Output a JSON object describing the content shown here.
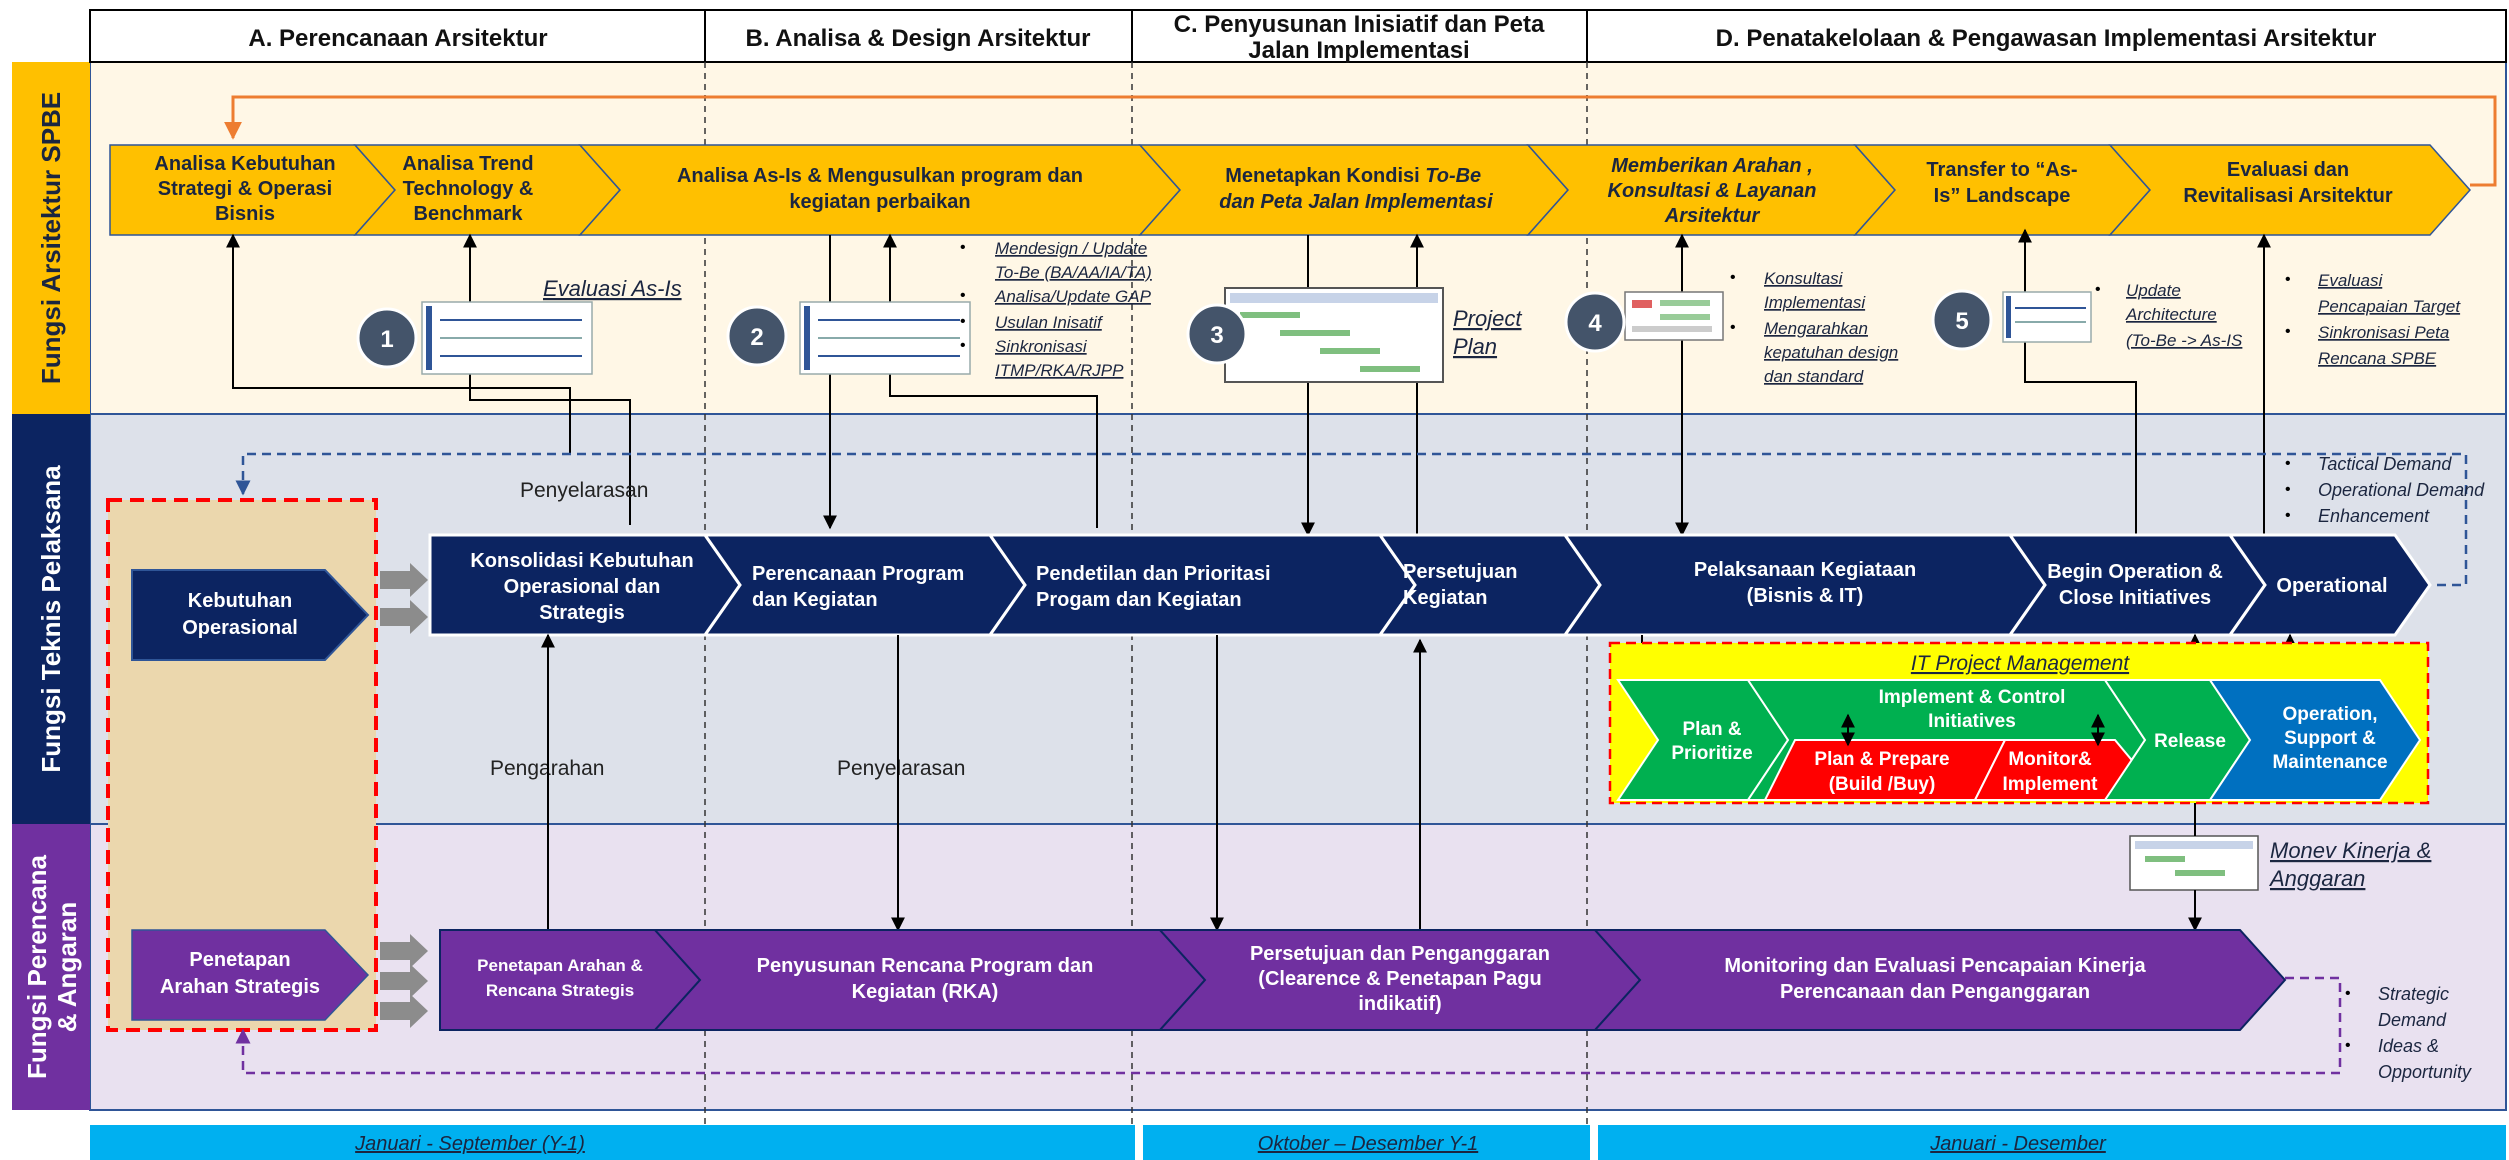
{
  "colors": {
    "gold": "#ffc000",
    "navy": "#0c2461",
    "purple": "#7030a0",
    "green": "#00b050",
    "red": "#ff0000",
    "blue": "#0070c0",
    "yellow": "#ffff00",
    "orange": "#ed7d31"
  },
  "phases": [
    {
      "label": "A. Perencanaan Arsitektur"
    },
    {
      "label": "B. Analisa & Design Arsitektur"
    },
    {
      "label_1": "C. Penyusunan Inisiatif dan Peta",
      "label_2": "Jalan Implementasi"
    },
    {
      "label": "D. Penatakelolaan & Pengawasan Implementasi Arsitektur"
    }
  ],
  "lanes": {
    "spbe": {
      "label": "Fungsi Arsitektur SPBE"
    },
    "teknis": {
      "label": "Fungsi Teknis Pelaksana"
    },
    "perencana": {
      "label_1": "Fungsi Perencana",
      "label_2": "& Angaran"
    }
  },
  "spbe_steps": [
    {
      "l1": "Analisa Kebutuhan",
      "l2": "Strategi & Operasi",
      "l3": "Bisnis"
    },
    {
      "l1": "Analisa Trend",
      "l2": "Technology &",
      "l3": "Benchmark"
    },
    {
      "l1": "Analisa As-Is & Mengusulkan program dan",
      "l2": "kegiatan perbaikan"
    },
    {
      "l1a": "Menetapkan Kondisi ",
      "l1b": "To-Be",
      "l2a": "dan  Peta Jalan Implementasi"
    },
    {
      "l1": "Memberikan Arahan ,",
      "l2": "Konsultasi & Layanan",
      "l3": "Arsitektur"
    },
    {
      "l1": "Transfer to “As-",
      "l2": "Is” Landscape"
    },
    {
      "l1": "Evaluasi dan",
      "l2": "Revitalisasi Arsitektur"
    }
  ],
  "step_numbers": [
    "1",
    "2",
    "3",
    "4",
    "5"
  ],
  "annotations": {
    "evaluasi_asis": "Evaluasi As-Is",
    "design_bullets": [
      "Mendesign / Update",
      "To-Be (BA/AA/IA/TA)",
      "Analisa/Update GAP",
      "Usulan Inisatif",
      "Sinkronisasi",
      "ITMP/RKA/RJPP"
    ],
    "project_plan": [
      "Project",
      "Plan"
    ],
    "konsultasi_bullets": [
      "Konsultasi",
      "Implementasi",
      "Mengarahkan",
      "kepatuhan design",
      "dan standard"
    ],
    "update_bullets": [
      "Update",
      "Architecture",
      "(To-Be -> As-IS"
    ],
    "evaluasi_bullets": [
      "Evaluasi",
      "Pencapaian Target",
      "Sinkronisasi Peta",
      "Rencana SPBE"
    ],
    "demand_bullets": [
      "Tactical Demand",
      "Operational Demand",
      "Enhancement"
    ],
    "strategic_bullets": [
      "Strategic",
      "Demand",
      "Ideas &",
      "Opportunity"
    ],
    "penyelarasan": "Penyelarasan",
    "pengarahan": "Pengarahan",
    "monev": [
      "Monev Kinerja &",
      "Anggaran"
    ]
  },
  "teknis_steps": [
    {
      "l1": "Kebutuhan",
      "l2": "Operasional"
    },
    {
      "l1": "Konsolidasi Kebutuhan",
      "l2": "Operasional dan",
      "l3": "Strategis"
    },
    {
      "l1": "Perencanaan Program",
      "l2": "dan Kegiatan"
    },
    {
      "l1": "Pendetilan dan Prioritasi",
      "l2": "Progam dan Kegiatan"
    },
    {
      "l1": "Persetujuan",
      "l2": "Kegiatan"
    },
    {
      "l1": "Pelaksanaan Kegiataan",
      "l2": "(Bisnis & IT)"
    },
    {
      "l1": "Begin Operation &",
      "l2": "Close Initiatives"
    },
    {
      "l1": "Operational"
    }
  ],
  "it_pm": {
    "title": "IT Project Management",
    "plan": [
      "Plan &",
      "Prioritize"
    ],
    "implement": [
      "Implement & Control",
      "Initiatives"
    ],
    "prepare": [
      "Plan & Prepare",
      "(Build /Buy)"
    ],
    "monitor": [
      "Monitor&",
      "Implement"
    ],
    "release": "Release",
    "operation": [
      "Operation,",
      "Support &",
      "Maintenance"
    ]
  },
  "perencana_steps": [
    {
      "l1": "Penetapan",
      "l2": "Arahan Strategis"
    },
    {
      "l1": "Penetapan Arahan  &",
      "l2": "Rencana Strategis"
    },
    {
      "l1": "Penyusunan Rencana Program dan",
      "l2": "Kegiatan (RKA)"
    },
    {
      "l1": "Persetujuan dan Penganggaran",
      "l2": "(Clearence & Penetapan Pagu",
      "l3": "indikatif)"
    },
    {
      "l1": "Monitoring dan Evaluasi Pencapaian Kinerja",
      "l2": "Perencanaan dan Penganggaran"
    }
  ],
  "timeline": [
    "Januari  - September (Y-1)",
    "Oktober – Desember  Y-1",
    "Januari  - Desember"
  ]
}
